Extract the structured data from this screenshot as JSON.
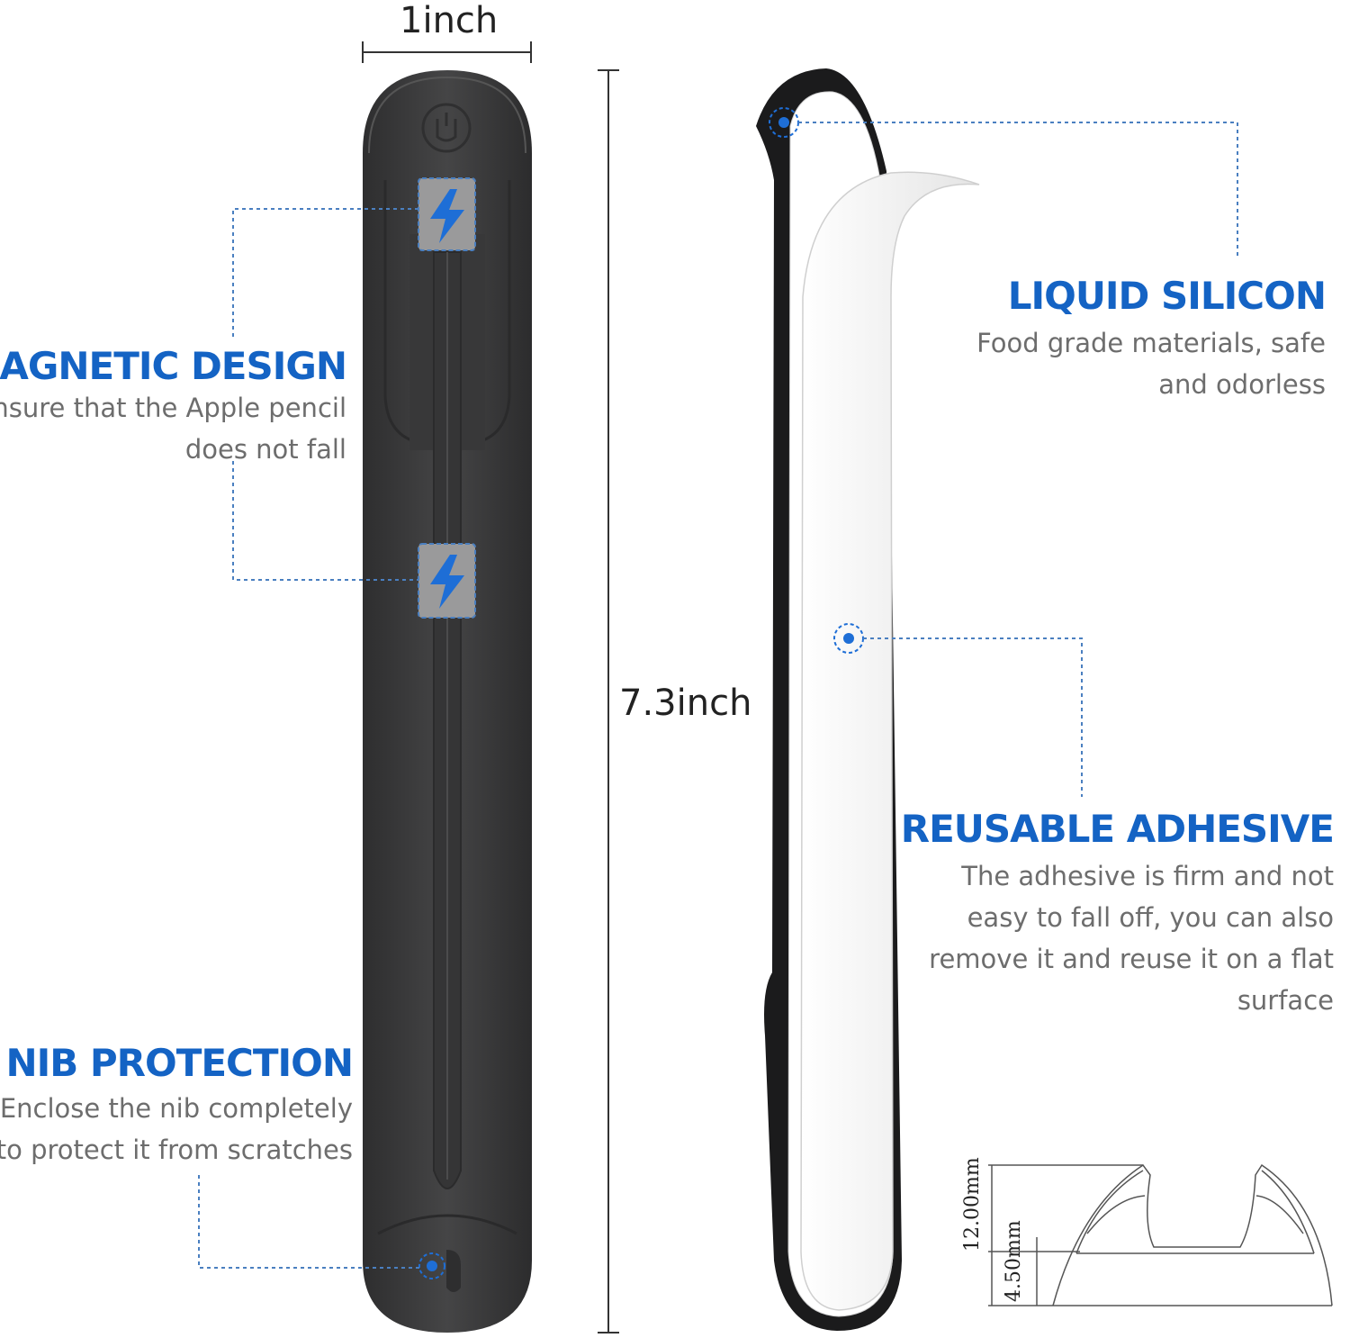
{
  "dimensions": {
    "width_label": "1inch",
    "height_label": "7.3inch"
  },
  "features": {
    "magnetic": {
      "title": "MAGNETIC DESIGN",
      "lines": [
        "Ensure that the Apple pencil",
        "does not fall"
      ]
    },
    "nib": {
      "title": "NIB PROTECTION",
      "lines": [
        "Enclose the nib completely",
        "to protect it from scratches"
      ]
    },
    "silicon": {
      "title": "LIQUID SILICON",
      "lines": [
        "Food grade materials, safe",
        "and odorless"
      ]
    },
    "adhesive": {
      "title": "REUSABLE ADHESIVE",
      "lines": [
        "The adhesive is firm and not",
        "easy to fall off, you can also",
        "remove it and reuse it on a flat",
        "surface"
      ]
    }
  },
  "cross_section": {
    "height_total": "12.00mm",
    "height_base": "4.50mm"
  },
  "icons": [
    "magnet-logo-icon",
    "lightning-icon",
    "target-dot-icon"
  ],
  "colors": {
    "accent_blue": "#1463c4",
    "holder_body": "#3f3f40",
    "text_gray": "#6d6d6d"
  }
}
